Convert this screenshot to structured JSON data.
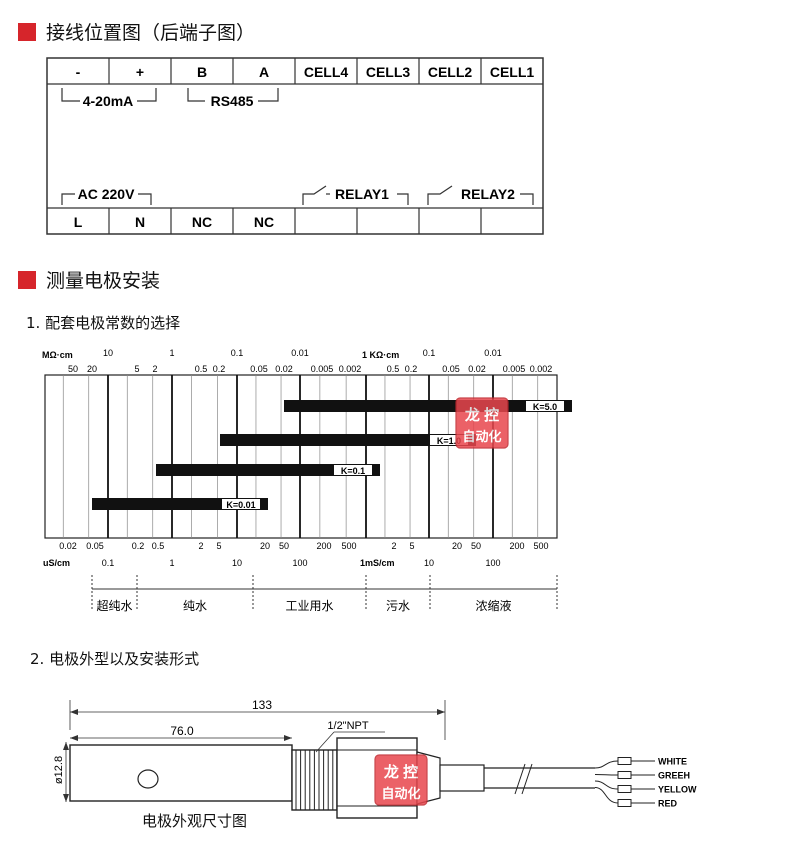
{
  "section1": {
    "title": "接线位置图（后端子图）"
  },
  "terminal": {
    "top_labels": [
      "-",
      "+",
      "B",
      "A",
      "CELL4",
      "CELL3",
      "CELL2",
      "CELL1"
    ],
    "bottom_labels": [
      "L",
      "N",
      "NC",
      "NC",
      "",
      "",
      "",
      ""
    ],
    "group_4_20": "4-20mA",
    "group_rs485": "RS485",
    "group_ac": "AC 220V",
    "group_relay1": "RELAY1",
    "group_relay2": "RELAY2"
  },
  "section2": {
    "title": "测量电极安装"
  },
  "sub1": {
    "title": "1. 配套电极常数的选择"
  },
  "chart": {
    "top_left_unit": "MΩ·cm",
    "top_mid_unit": "1 KΩ·cm",
    "top_major": [
      "10",
      "1",
      "0.1",
      "0.01",
      "0.1",
      "0.01"
    ],
    "top_minor": [
      "50",
      "20",
      "5",
      "2",
      "0.5",
      "0.2",
      "0.05",
      "0.02",
      "0.005",
      "0.002",
      "0.5",
      "0.2",
      "0.05",
      "0.02",
      "0.005",
      "0.002"
    ],
    "bottom_minor": [
      "0.02",
      "0.05",
      "0.2",
      "0.5",
      "2",
      "5",
      "20",
      "50",
      "200",
      "500",
      "2",
      "5",
      "20",
      "50",
      "200",
      "500"
    ],
    "bottom_left_unit": "uS/cm",
    "bottom_mid_unit": "1mS/cm",
    "bottom_major": [
      "0.1",
      "1",
      "10",
      "100",
      "10",
      "100"
    ],
    "bars": [
      {
        "label": "K=5.0",
        "from": 3,
        "to": 7.5
      },
      {
        "label": "K=1.0",
        "from": 2,
        "to": 6
      },
      {
        "label": "K=0.1",
        "from": 1,
        "to": 4.5
      },
      {
        "label": "K=0.01",
        "from": 0,
        "to": 2.75
      }
    ],
    "categories": [
      "超纯水",
      "纯水",
      "工业用水",
      "污水",
      "浓缩液"
    ]
  },
  "watermark": {
    "line1": "龙 控",
    "line2": "自动化"
  },
  "sub2": {
    "title": "2. 电极外型以及安装形式"
  },
  "electrode": {
    "dim_total": "133",
    "dim_body": "76.0",
    "dim_diameter": "ø12.8",
    "thread": "1/2\"NPT",
    "wires": [
      "WHITE",
      "GREEH",
      "YELLOW",
      "RED"
    ],
    "caption": "电极外观尺寸图"
  }
}
